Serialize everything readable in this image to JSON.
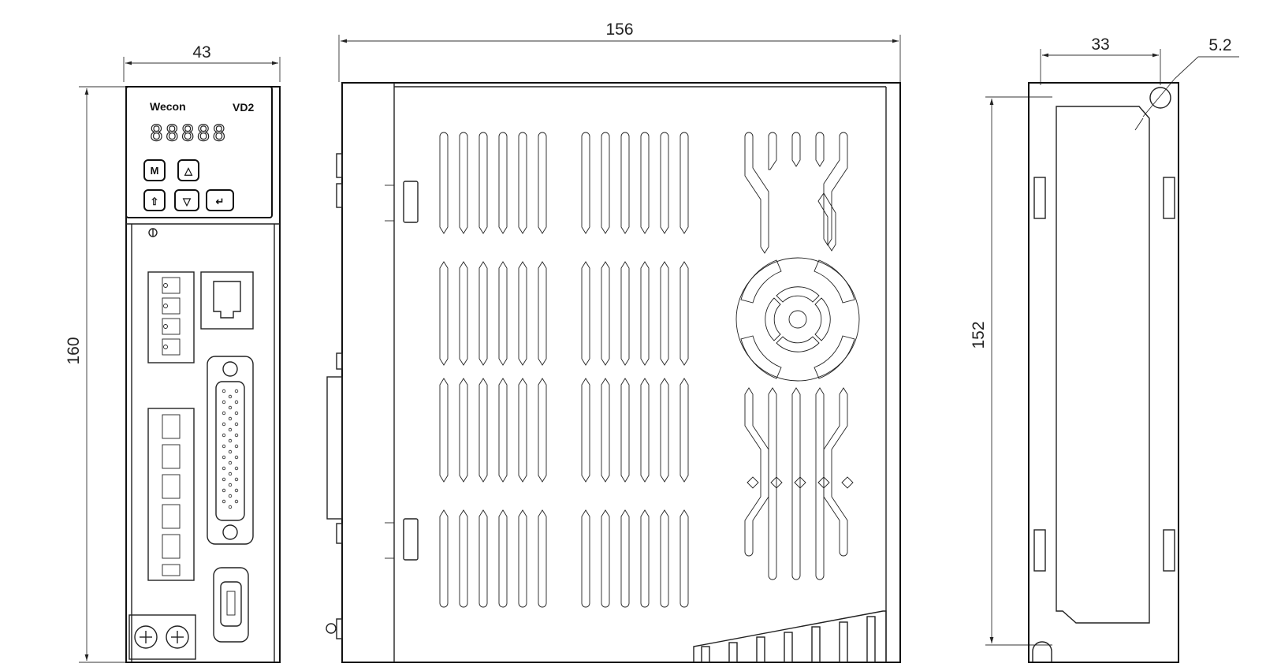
{
  "dimensions": {
    "front_width": "43",
    "front_height": "160",
    "side_width": "156",
    "rear_depth": "33",
    "rear_height": "152",
    "hole_diameter": "5.2"
  },
  "panel": {
    "brand": "Wecon",
    "model": "VD2",
    "display_digits": "88888",
    "buttons": {
      "mode": "M",
      "up": "△",
      "shift": "⇧",
      "down": "▽",
      "enter": "↵"
    }
  }
}
